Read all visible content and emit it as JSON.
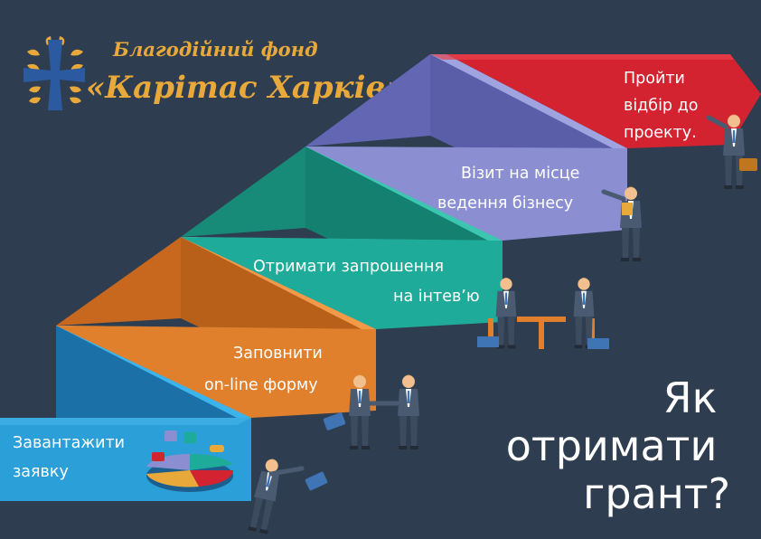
{
  "brand": {
    "line1": "Благодійний фонд",
    "line2": "«Карітас Харків»",
    "gold": "#e9a93a",
    "blue": "#2c5aa0"
  },
  "steps": [
    {
      "lines": [
        "Завантажити",
        "заявку"
      ],
      "color": "#2a9fd8"
    },
    {
      "lines": [
        "Заповнити",
        "on-line форму"
      ],
      "color": "#e07f2c"
    },
    {
      "lines": [
        "Отримати запрошення",
        "на інтев’ю"
      ],
      "color": "#1fab99"
    },
    {
      "lines": [
        "Візит на місце",
        "ведення бізнесу"
      ],
      "color": "#8b8fd2"
    },
    {
      "lines": [
        "Пройти",
        "відбір до",
        "проекту."
      ],
      "color": "#d32230"
    }
  ],
  "question": {
    "lines": [
      "Як",
      "отримати",
      "грант?"
    ]
  },
  "colors": {
    "background": "#2e3e50",
    "text": "#ffffff"
  },
  "icons": [
    "cross-logo-icon",
    "businessman-icon",
    "briefcase-icon",
    "pie-chart-icon",
    "meeting-table-icon",
    "handshake-icon"
  ]
}
